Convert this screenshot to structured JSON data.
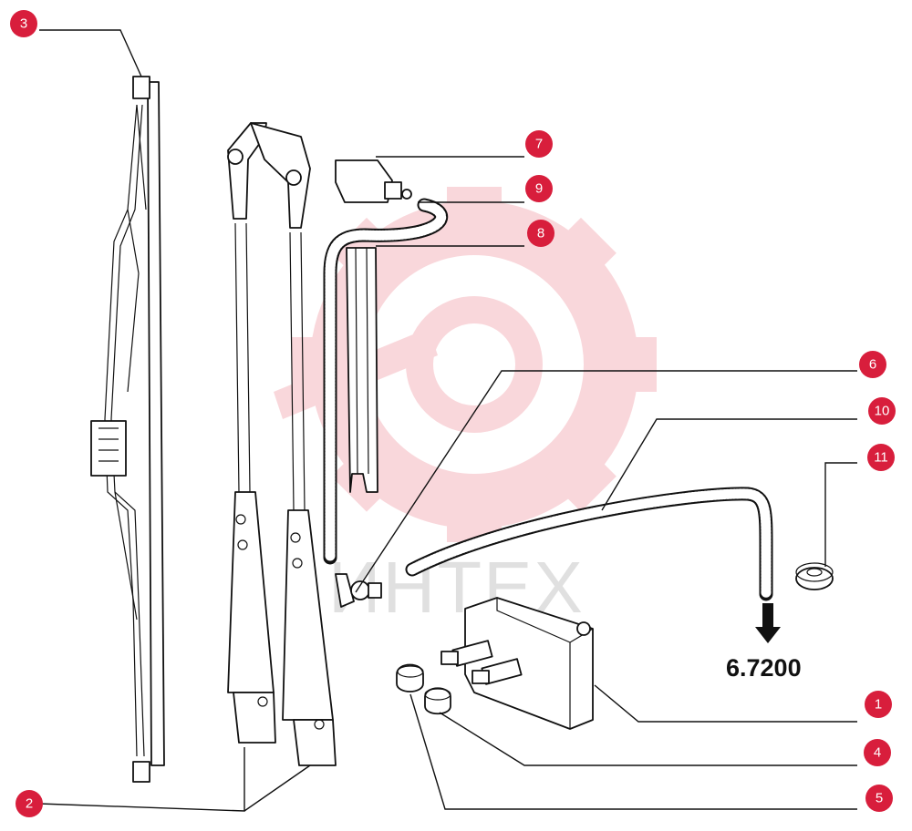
{
  "diagram": {
    "reference_code": "6.7200",
    "watermark_text": "ИНТЕХ",
    "colors": {
      "callout": "#d81e3c",
      "callout_text": "#ffffff",
      "watermark": "#f2a8b0",
      "line": "#111111"
    },
    "callouts": [
      {
        "label": "1"
      },
      {
        "label": "2"
      },
      {
        "label": "3"
      },
      {
        "label": "4"
      },
      {
        "label": "5"
      },
      {
        "label": "6"
      },
      {
        "label": "7"
      },
      {
        "label": "8"
      },
      {
        "label": "9"
      },
      {
        "label": "10"
      },
      {
        "label": "11"
      }
    ]
  }
}
